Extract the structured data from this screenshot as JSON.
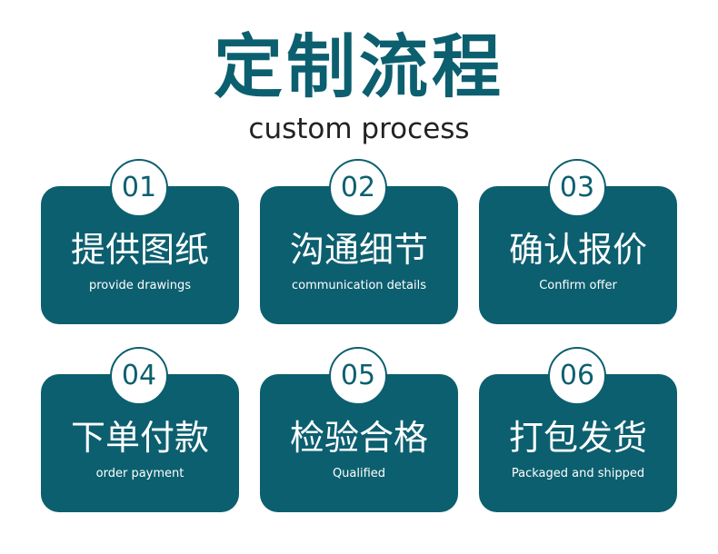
{
  "header": {
    "title": "定制流程",
    "subtitle": "custom process"
  },
  "steps": [
    {
      "number": "01",
      "title_cn": "提供图纸",
      "title_en": "provide drawings"
    },
    {
      "number": "02",
      "title_cn": "沟通细节",
      "title_en": "communication details"
    },
    {
      "number": "03",
      "title_cn": "确认报价",
      "title_en": "Confirm offer"
    },
    {
      "number": "04",
      "title_cn": "下单付款",
      "title_en": "order payment"
    },
    {
      "number": "05",
      "title_cn": "检验合格",
      "title_en": "Qualified"
    },
    {
      "number": "06",
      "title_cn": "打包发货",
      "title_en": "Packaged and shipped"
    }
  ],
  "colors": {
    "accent": "#0c5f6f",
    "card_text": "#ffffff",
    "subtitle_text": "#222222",
    "background": "#ffffff"
  }
}
